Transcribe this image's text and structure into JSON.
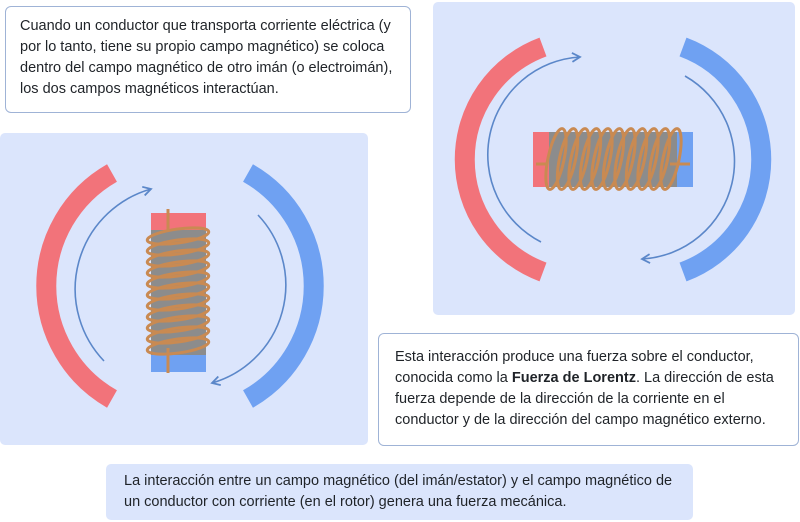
{
  "texts": {
    "top": "Cuando un conductor que transporta corriente eléctrica (y por lo tanto, tiene su propio campo magnético) se coloca dentro del campo magnético de otro imán (o electroimán), los dos campos magnéticos interactúan.",
    "right_before": "Esta interacción produce una fuerza sobre el conductor, conocida como la ",
    "right_bold": "Fuerza de Lorentz",
    "right_after": ". La dirección de esta fuerza depende de la dirección de la corriente en el conductor y de la dirección del campo magnético externo.",
    "bottom": "La interacción entre un campo magnético (del imán/estator) y el campo magnético de un conductor con corriente (en el rotor) genera una fuerza mecánica."
  },
  "colors": {
    "panel": "#dbe5fc",
    "magnet_red": "#f2737a",
    "magnet_blue": "#6fa1f2",
    "core_gray": "#8c8c8c",
    "coil_copper": "#c98a52",
    "arrow": "#5b87c9"
  }
}
